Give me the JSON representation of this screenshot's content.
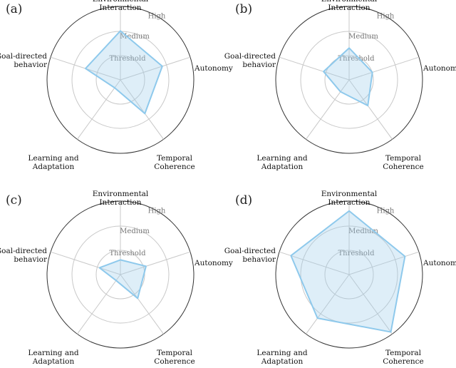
{
  "chart_data": [
    {
      "type": "radar",
      "panel_label": "(a)",
      "axes": [
        "Environmental\nInteraction",
        "Autonomy",
        "Temporal\nCoherence",
        "Learning and\nAdaptation",
        "Goal-directed\nbehavior"
      ],
      "levels": [
        "Threshold",
        "Medium",
        "High"
      ],
      "range": [
        0,
        3
      ],
      "values": [
        2.0,
        1.8,
        1.7,
        0.4,
        1.5
      ],
      "grid": true
    },
    {
      "type": "radar",
      "panel_label": "(b)",
      "axes": [
        "Environmental\nInteraction",
        "Autonomy",
        "Temporal\nCoherence",
        "Learning and\nAdaptation",
        "Goal-directed\nbehavior"
      ],
      "levels": [
        "Threshold",
        "Medium",
        "High"
      ],
      "range": [
        0,
        3
      ],
      "values": [
        1.3,
        1.0,
        1.3,
        0.6,
        1.1
      ],
      "grid": true
    },
    {
      "type": "radar",
      "panel_label": "(c)",
      "axes": [
        "Environmental\nInteraction",
        "Autonomy",
        "Temporal\nCoherence",
        "Learning and\nAdaptation",
        "Goal-directed\nbehavior"
      ],
      "levels": [
        "Threshold",
        "Medium",
        "High"
      ],
      "range": [
        0,
        3
      ],
      "values": [
        0.6,
        1.1,
        1.2,
        0.3,
        0.9
      ],
      "grid": true
    },
    {
      "type": "radar",
      "panel_label": "(d)",
      "axes": [
        "Environmental\nInteraction",
        "Autonomy",
        "Temporal\nCoherence",
        "Learning and\nAdaptation",
        "Goal-directed\nbehavior"
      ],
      "levels": [
        "Threshold",
        "Medium",
        "High"
      ],
      "range": [
        0,
        3
      ],
      "values": [
        2.6,
        2.4,
        2.9,
        2.2,
        2.5
      ],
      "grid": true
    }
  ],
  "colors": {
    "fill": "#a0cdeb",
    "stroke": "#8ec9ec",
    "grid": "#c8c8c8",
    "outer": "#333333"
  }
}
